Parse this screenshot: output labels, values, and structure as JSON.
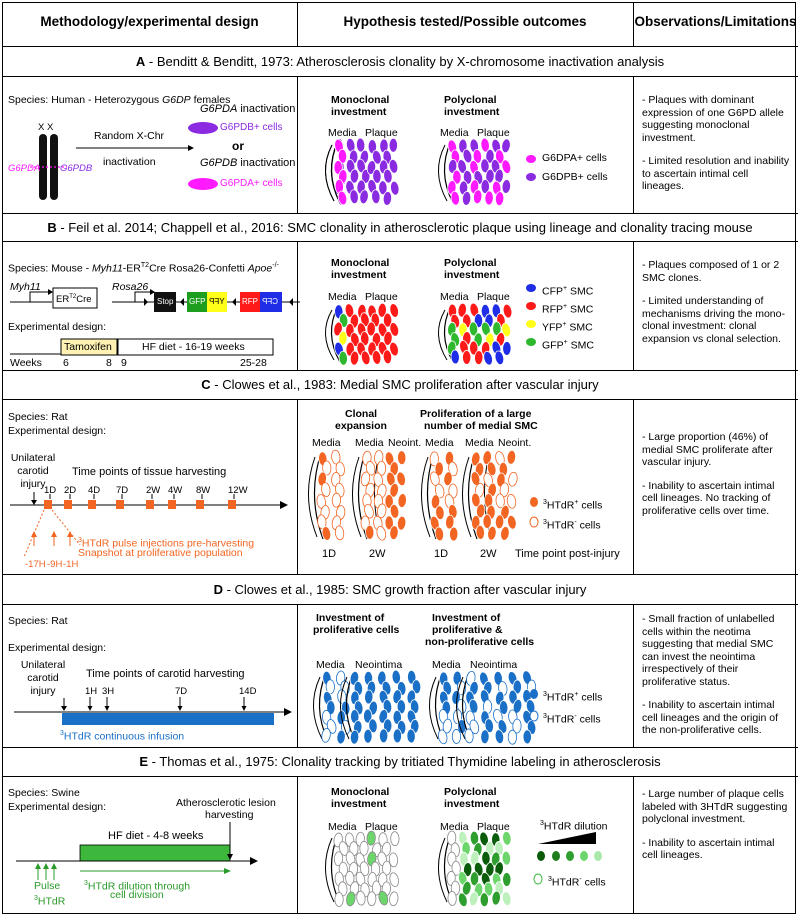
{
  "colors": {
    "g6dpa": "#ff1aff",
    "g6dpb": "#8a2be2",
    "cfp": "#1f2ee6",
    "rfp": "#ff1a1a",
    "yfp": "#ffff1a",
    "gfp": "#2eb82e",
    "htdr": "#f26522",
    "htdr_blue": "#1a6fc7",
    "green": "#3db83d",
    "dark_green": "#0a5c0a"
  },
  "headers": {
    "col1": "Methodology/experimental design",
    "col2": "Hypothesis tested/Possible outcomes",
    "col3": "Observations/Limitations"
  },
  "A": {
    "letter": "A",
    "title": " - Benditt & Benditt, 1973: Atherosclerosis clonality by X-chromosome inactivation analysis",
    "species": "Species: Human - Heterozygous ",
    "species_gene": "G6DP",
    "species_tail": " females",
    "xx": "X X",
    "g6pda": "G6PDA",
    "g6pdb": "G6PDB",
    "random_x": "Random X-Chr",
    "inactivation": "inactivation",
    "out1_gene": "G6PDA",
    "out1_word": " inactivation",
    "out1_cells": "G6PDB+ cells",
    "or": "or",
    "out2_gene": "G6PDB",
    "out2_word": " inactivation",
    "out2_cells": "G6PDA+ cells",
    "mono": "Monoclonal",
    "mono2": "investment",
    "poly": "Polyclonal",
    "poly2": "investment",
    "media": "Media",
    "plaque": "Plaque",
    "legend1": "G6DPA+ cells",
    "legend2": "G6DPB+ cells",
    "obs1": "- Plaques with dominant expression of one G6PD allele suggesting monoclonal investment.",
    "obs2": "- Limited resolution and inability to ascertain intimal cell lineages."
  },
  "B": {
    "letter": "B",
    "title": " - Feil et al. 2014; Chappell et al., 2016: SMC clonality in atherosclerotic plaque using lineage and clonality tracing mouse",
    "species": "Species: Mouse - ",
    "species_it": "Myh11",
    "species_mid": "-ERT2Cre Rosa26-Confetti ",
    "species_apoe": "Apoe-/-",
    "myh11": "Myh11",
    "ercre": "ERT2Cre",
    "rosa": "Rosa26",
    "stop": "Stop",
    "gfp": "GFP",
    "yfp": "YFP",
    "rfp": "RFP",
    "cfp": "CFP",
    "design": "Experimental design:",
    "tamox": "Tamoxifen",
    "hfdiet": "HF diet - 16-19 weeks",
    "weeks": "Weeks",
    "w6": "6",
    "w8": "8",
    "w9": "9",
    "w25": "25-28",
    "mono": "Monoclonal",
    "mono2": "investment",
    "poly": "Polyclonal",
    "poly2": "investment",
    "media": "Media",
    "plaque": "Plaque",
    "l1": "CFP+ SMC",
    "l2": "RFP+ SMC",
    "l3": "YFP+ SMC",
    "l4": "GFP+ SMC",
    "obs1": "- Plaques composed of 1 or 2 SMC clones.",
    "obs2": "- Limited understanding of mechanisms driving the mono-clonal investment: clonal expansion vs clonal selection."
  },
  "C": {
    "letter": "C",
    "title": " - Clowes et al., 1983: Medial SMC proliferation after vascular injury",
    "species": "Species: Rat",
    "design": "Experimental design:",
    "inj1": "Unilateral",
    "inj2": "carotid",
    "inj3": "injury",
    "timepts": "Time points of tissue harvesting",
    "t": [
      "1D",
      "2D",
      "4D",
      "7D",
      "2W",
      "4W",
      "8W",
      "12W"
    ],
    "pulse1": "3HTdR pulse injections pre-harvesting",
    "pulse2": "Snapshot at proliferative population",
    "h": [
      "-17H",
      "-9H",
      "-1H"
    ],
    "clonal": "Clonal",
    "expansion": "expansion",
    "prolif1": "Proliferation of a large",
    "prolif2": "number of medial SMC",
    "media": "Media",
    "neoint": "Neoint.",
    "d1": "1D",
    "w2": "2W",
    "tpi": "Time point post-injury",
    "l1": "3HTdR+ cells",
    "l2": "3HTdR- cells",
    "obs1": "- Large proportion (46%) of medial SMC proliferate after vascular injury.",
    "obs2": "- Inability to ascertain intimal cell lineages. No tracking of proliferative cells over time."
  },
  "D": {
    "letter": "D",
    "title": " - Clowes et al., 1985: SMC growth fraction after vascular injury",
    "species": "Species: Rat",
    "design": "Experimental design:",
    "inj1": "Unilateral",
    "inj2": "carotid",
    "inj3": "injury",
    "timepts": "Time points of carotid harvesting",
    "t": [
      "1H",
      "3H",
      "7D",
      "14D"
    ],
    "infusion": "3HTdR continuous infusion",
    "inv1": "Investment of",
    "inv2": "proliferative cells",
    "inv3": "Investment of",
    "inv4": "proliferative &",
    "inv5": "non-proliferative cells",
    "media": "Media",
    "neointima": "Neointima",
    "l1": "3HTdR+ cells",
    "l2": "3HTdR- cells",
    "obs1": "- Small fraction of unlabelled cells within the neotima suggesting that medial SMC can invest the neointima irrespectively of their proliferative status.",
    "obs2": "- Inability to ascertain intimal cell lineages and the origin of the non-proliferative cells."
  },
  "E": {
    "letter": "E",
    "title": " - Thomas et al., 1975: Clonality tracking by tritiated Thymidine labeling in atherosclerosis",
    "species": "Species: Swine",
    "design": "Experimental design:",
    "lesion1": "Atherosclerotic lesion",
    "lesion2": "harvesting",
    "hfdiet": "HF diet - 4-8 weeks",
    "pulse": "Pulse",
    "pulse2": "3HTdR",
    "dilution1": "3HTdR dilution through",
    "dilution2": "cell division",
    "mono": "Monoclonal",
    "mono2": "investment",
    "poly": "Polyclonal",
    "poly2": "investment",
    "media": "Media",
    "plaque": "Plaque",
    "dil_label": "3HTdR dilution",
    "neg_label": "3HTdR- cells",
    "obs1": "- Large number of plaque cells labeled with 3HTdR suggesting polyclonal investment.",
    "obs2": "- Inability to ascertain intimal cell lineages."
  }
}
